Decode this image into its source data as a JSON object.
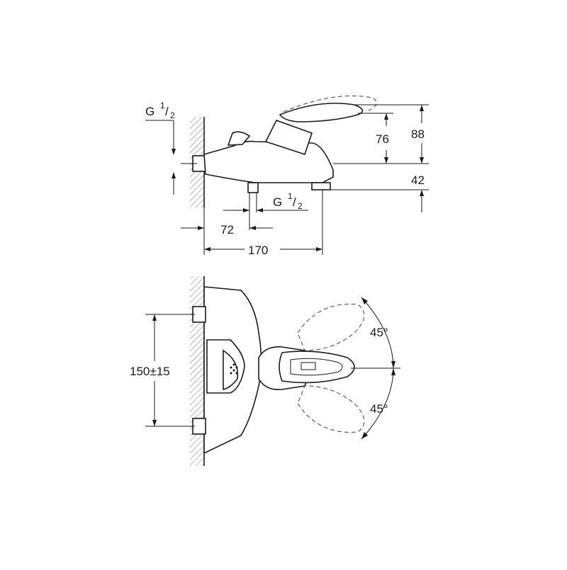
{
  "drawing": {
    "side_view": {
      "thread_top": {
        "main": "G",
        "num": "1",
        "den": "2"
      },
      "thread_bottom": {
        "main": "G",
        "num": "1",
        "den": "2"
      },
      "dims": {
        "d76": "76",
        "d88": "88",
        "d42": "42",
        "d72": "72",
        "d170": "170"
      }
    },
    "top_view": {
      "spacing": "150±15",
      "angle_up": "45°",
      "angle_down": "45°"
    }
  }
}
